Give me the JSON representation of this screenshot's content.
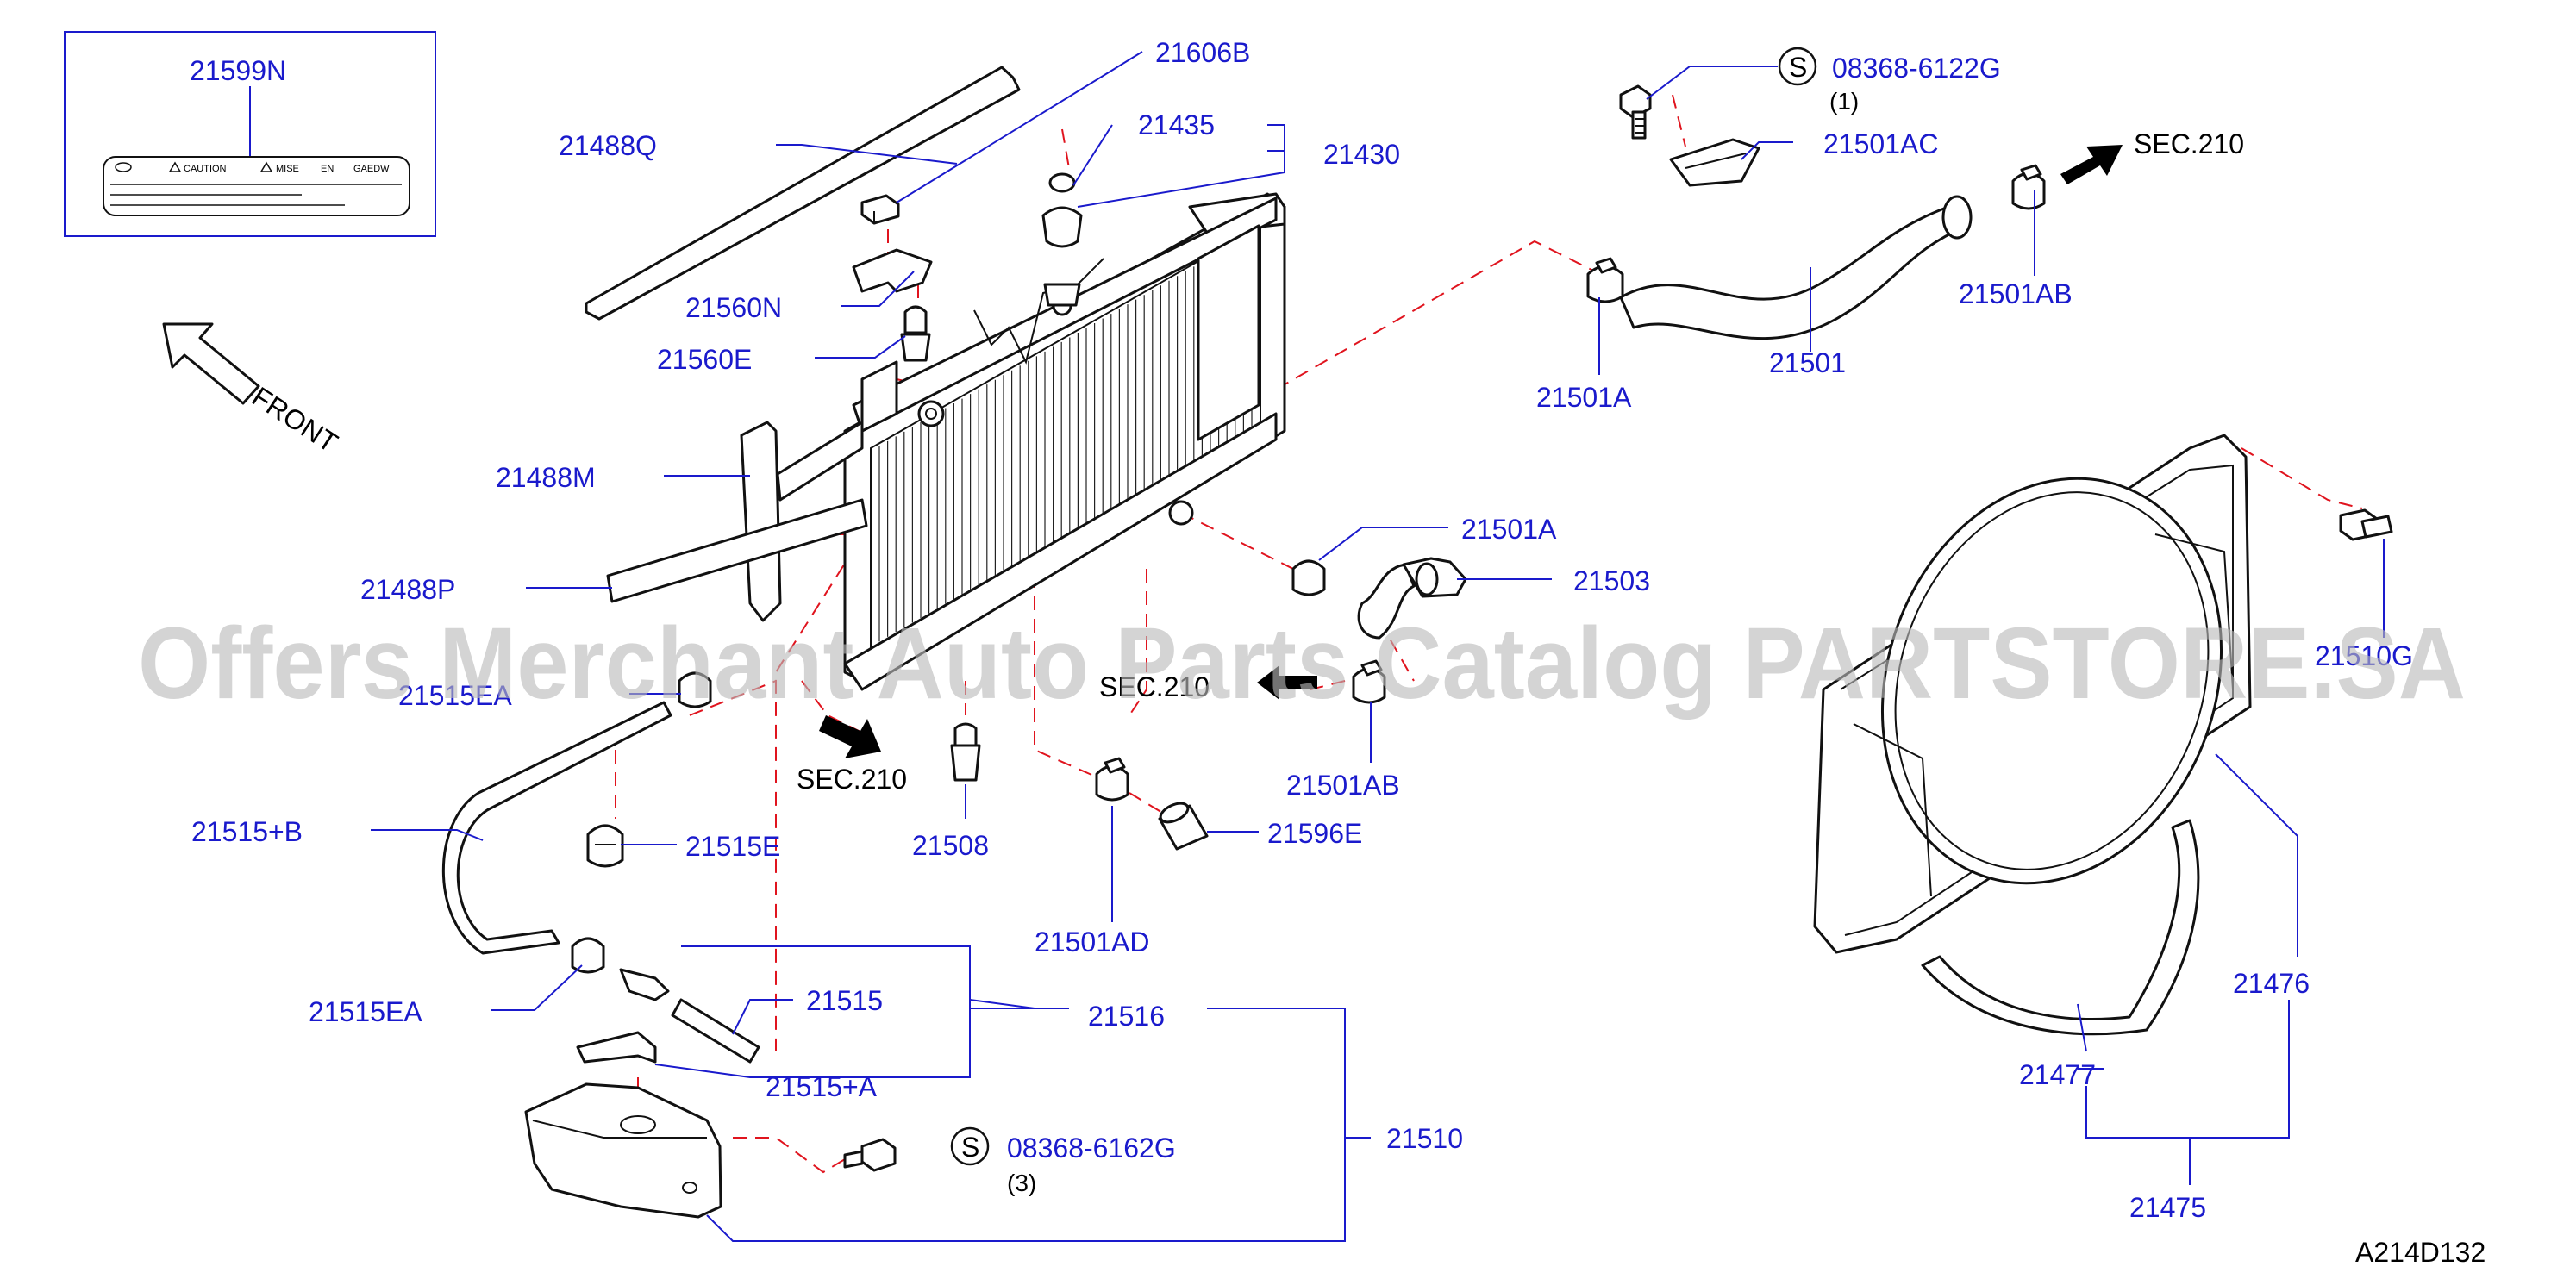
{
  "diagram": {
    "drawing_code": "A214D132",
    "watermark": "Offers Merchant Auto Parts Catalog PARTSTORE.SA",
    "front_label": "FRONT",
    "section_refs": [
      "SEC.210",
      "SEC.210",
      "SEC.210"
    ],
    "inset": {
      "part_number": "21599N",
      "label_texts": [
        "CAUTION",
        "MISE",
        "EN",
        "GAEDW"
      ]
    },
    "screw_symbol": "S",
    "parts": [
      {
        "id": "21599N"
      },
      {
        "id": "21606B"
      },
      {
        "id": "21488Q"
      },
      {
        "id": "21435"
      },
      {
        "id": "21430"
      },
      {
        "id": "21560N"
      },
      {
        "id": "21560E"
      },
      {
        "id": "21488M"
      },
      {
        "id": "21488P"
      },
      {
        "id": "21515EA"
      },
      {
        "id": "21515+B"
      },
      {
        "id": "21515E"
      },
      {
        "id": "21515EA"
      },
      {
        "id": "21515"
      },
      {
        "id": "21516"
      },
      {
        "id": "21515+A"
      },
      {
        "id": "21510"
      },
      {
        "id": "21508"
      },
      {
        "id": "21501AD"
      },
      {
        "id": "21596E"
      },
      {
        "id": "21501AB"
      },
      {
        "id": "21503"
      },
      {
        "id": "21501A"
      },
      {
        "id": "21501A"
      },
      {
        "id": "21501"
      },
      {
        "id": "21501AB"
      },
      {
        "id": "21501AC"
      },
      {
        "id": "21510G"
      },
      {
        "id": "21476"
      },
      {
        "id": "21477"
      },
      {
        "id": "21475"
      }
    ],
    "screws": [
      {
        "part_number": "08368-6122G",
        "quantity": "(1)"
      },
      {
        "part_number": "08368-6162G",
        "quantity": "(3)"
      }
    ]
  }
}
